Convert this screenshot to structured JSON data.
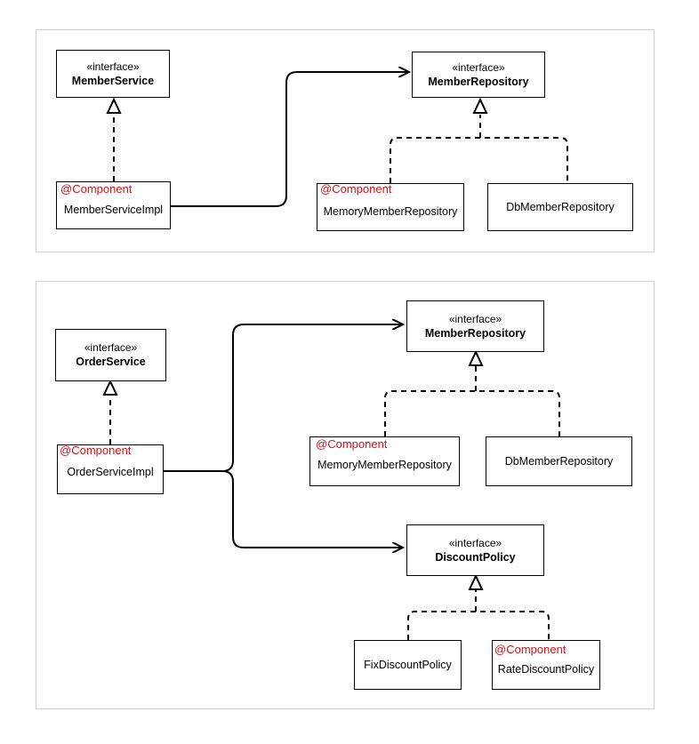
{
  "diagram1": {
    "member_service": {
      "stereotype": "«interface»",
      "name": "MemberService"
    },
    "member_repository": {
      "stereotype": "«interface»",
      "name": "MemberRepository"
    },
    "member_service_impl": {
      "name": "MemberServiceImpl",
      "annotation": "@Component"
    },
    "memory_member_repository": {
      "name": "MemoryMemberRepository",
      "annotation": "@Component"
    },
    "db_member_repository": {
      "name": "DbMemberRepository"
    }
  },
  "diagram2": {
    "order_service": {
      "stereotype": "«interface»",
      "name": "OrderService"
    },
    "order_service_impl": {
      "name": "OrderServiceImpl",
      "annotation": "@Component"
    },
    "member_repository": {
      "stereotype": "«interface»",
      "name": "MemberRepository"
    },
    "memory_member_repository": {
      "name": "MemoryMemberRepository",
      "annotation": "@Component"
    },
    "db_member_repository": {
      "name": "DbMemberRepository"
    },
    "discount_policy": {
      "stereotype": "«interface»",
      "name": "DiscountPolicy"
    },
    "fix_discount_policy": {
      "name": "FixDiscountPolicy"
    },
    "rate_discount_policy": {
      "name": "RateDiscountPolicy",
      "annotation": "@Component"
    }
  },
  "colors": {
    "annotation": "#d4121c",
    "line": "#000000",
    "panel_border": "#cfcfcf"
  }
}
